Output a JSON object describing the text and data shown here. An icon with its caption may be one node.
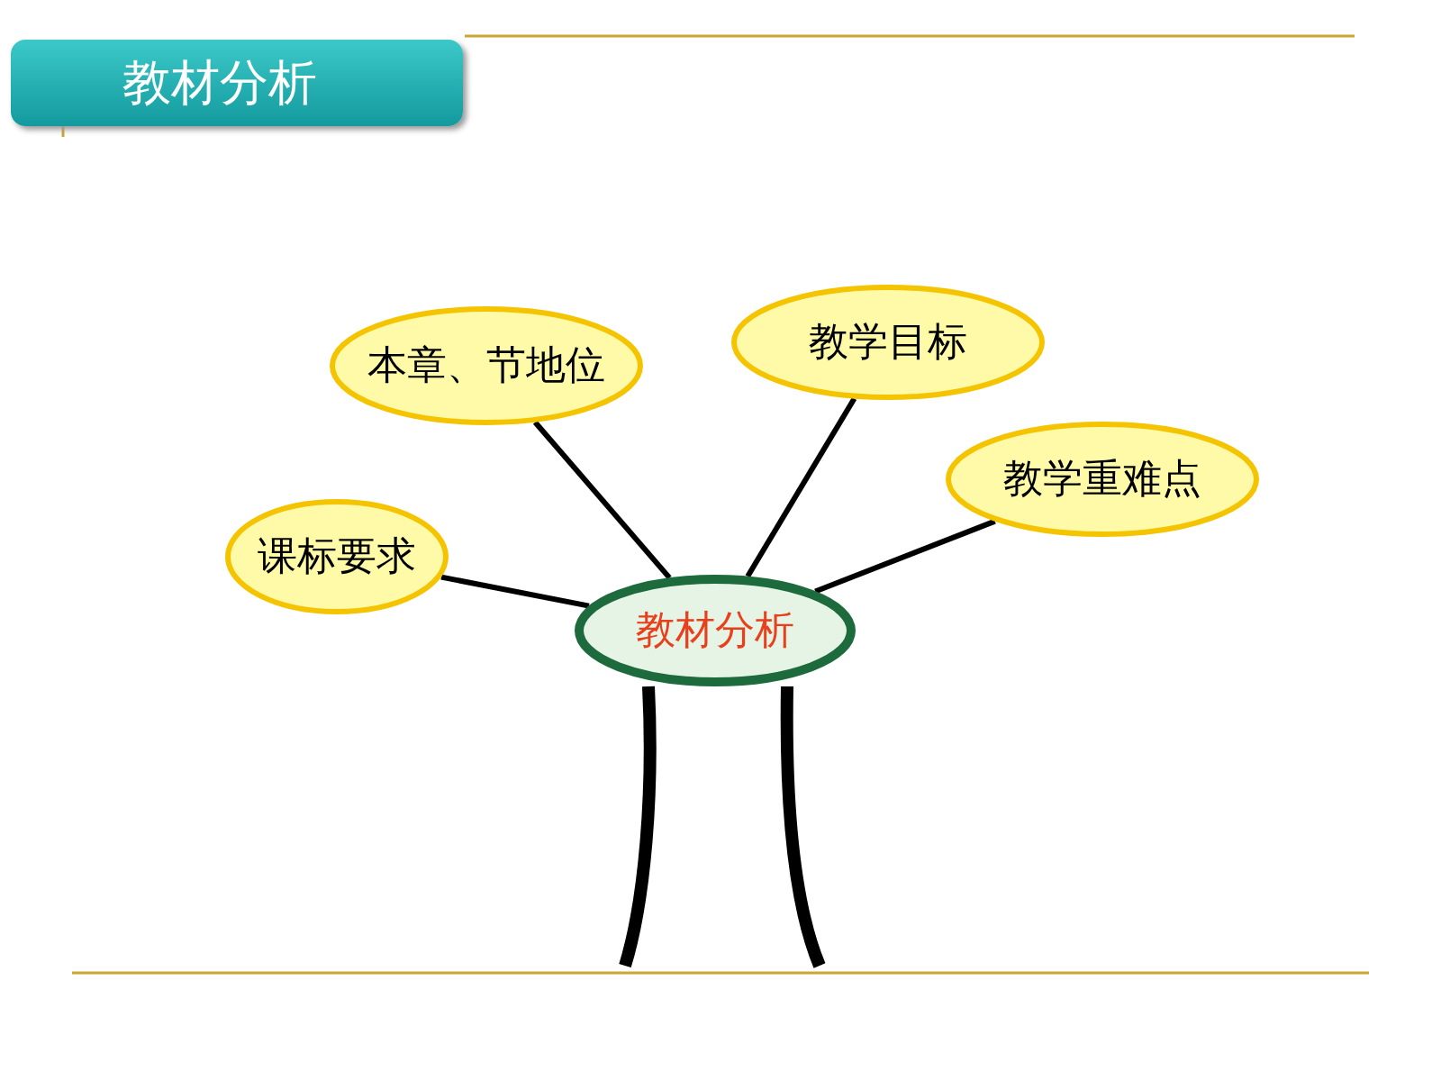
{
  "diagram": {
    "title": "教材分析",
    "nodes": [
      {
        "text": [
          "教材分析"
        ]
      },
      {
        "text": [
          "本章、节地位"
        ]
      },
      {
        "text": [
          "教学目标"
        ]
      },
      {
        "text": [
          "教学重难点"
        ]
      },
      {
        "text": [
          "课标要求"
        ]
      }
    ],
    "edges": [
      {
        "from": 0,
        "to": 1,
        "arrow": "none"
      },
      {
        "from": 0,
        "to": 2,
        "arrow": "none"
      },
      {
        "from": 0,
        "to": 3,
        "arrow": "none"
      },
      {
        "from": 0,
        "to": 4,
        "arrow": "none"
      }
    ]
  }
}
